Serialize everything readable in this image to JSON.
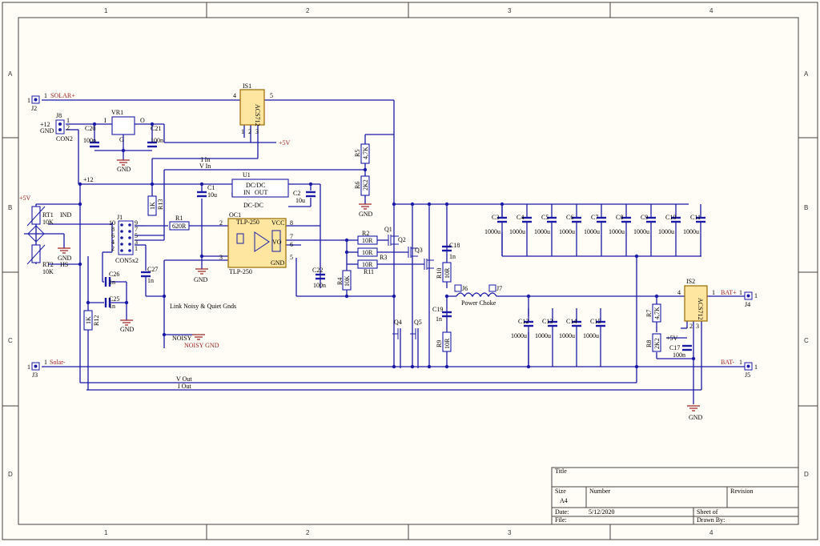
{
  "frame": {
    "columns": [
      "1",
      "2",
      "3",
      "4"
    ],
    "rows": [
      "A",
      "B",
      "C",
      "D"
    ]
  },
  "title_block": {
    "title_label": "Title",
    "size_label": "Size",
    "size_value": "A4",
    "number_label": "Number",
    "revision_label": "Revision",
    "date_label": "Date:",
    "date_value": "5/12/2020",
    "file_label": "File:",
    "sheet_label": "Sheet of",
    "drawn_label": "Drawn By:"
  },
  "connectors": {
    "j2": "J2",
    "j2_pin": "1",
    "j2_net": "SOLAR+",
    "j8": "J8",
    "j8_plus": "+12",
    "j8_gnd": "GND",
    "j8_pin1": "1",
    "j8_pin2": "2",
    "j8_type": "CON2",
    "j3": "J3",
    "j3_pin": "1",
    "j3_net": "Solar-",
    "j4": "J4",
    "j4_pin": "1",
    "j4_net": "BAT+",
    "j5": "J5",
    "j5_pin": "1",
    "j5_net": "BAT-",
    "j1": "J1",
    "j1_type": "CON5x2",
    "j1_pins": [
      "10",
      "9",
      "8",
      "7",
      "6",
      "5",
      "4",
      "3",
      "2",
      "1"
    ],
    "j6": "J6",
    "j7": "J7"
  },
  "components": {
    "is1": "IS1",
    "is1_part": "ACS712",
    "is1_pins": [
      "4",
      "5",
      "1",
      "2",
      "3"
    ],
    "is2": "IS2",
    "is2_part": "ACS712",
    "is2_pins": [
      "4",
      "1",
      "2",
      "3"
    ],
    "vr1": "VR1",
    "vr1_i": "I",
    "vr1_o": "O",
    "vr1_g": "G",
    "c20": "C20",
    "c20_v": "100n",
    "c21": "C21",
    "c21_v": "100n",
    "u1": "U1",
    "u1_type": "DC/DC",
    "u1_in": "IN",
    "u1_out": "OUT",
    "u1_name": "DC-DC",
    "c1": "C1",
    "c1_v": "10u",
    "c2": "C2",
    "c2_v": "10u",
    "oc1": "OC1",
    "oc1_part": "TLP-250",
    "oc1_vcc": "VCC",
    "oc1_vo": "VO",
    "oc1_gnd": "GND",
    "oc1_pins": [
      "2",
      "3",
      "8",
      "7",
      "6",
      "5"
    ],
    "oc1_name": "TLP-250",
    "r1": "R1",
    "r1_v": "620R",
    "r13": "R13",
    "r13_v": "1K",
    "r12": "R12",
    "r12_v": "1K",
    "rt1": "RT1",
    "rt1_v": "10K",
    "rt1_net": "IND",
    "rt2": "RT2",
    "rt2_v": "10K",
    "rt2_net": "HS",
    "c26": "C26",
    "c26_v": "1n",
    "c27": "C27",
    "c27_v": "1n",
    "c25": "C25",
    "c25_v": "1n",
    "c22": "C22",
    "c22_v": "100n",
    "r2": "R2",
    "r2_v": "10R",
    "r3": "R3",
    "r3_v": "10R",
    "r4": "R4",
    "r4_v": "10K",
    "r11": "R11",
    "r11_v": "10R",
    "r5": "R5",
    "r5_v": "4,7K",
    "r6": "R6",
    "r6_v": "2K2",
    "q1": "Q1",
    "q2": "Q2",
    "q3": "Q3",
    "q4": "Q4",
    "q5": "Q5",
    "c18": "C18",
    "c18_v": "1n",
    "r10": "R10",
    "r10_v": "10R",
    "c19": "C19",
    "c19_v": "1n",
    "r9": "R9",
    "r9_v": "10R",
    "choke": "Power Choke",
    "bulk_top": [
      {
        "ref": "C3",
        "val": "1000u"
      },
      {
        "ref": "C4",
        "val": "1000u"
      },
      {
        "ref": "C5",
        "val": "1000u"
      },
      {
        "ref": "C6",
        "val": "1000u"
      },
      {
        "ref": "C7",
        "val": "1000u"
      },
      {
        "ref": "C8",
        "val": "1000u"
      },
      {
        "ref": "C9",
        "val": "1000u"
      },
      {
        "ref": "C10",
        "val": "1000u"
      },
      {
        "ref": "C11",
        "val": "1000u"
      }
    ],
    "bulk_bottom": [
      {
        "ref": "C12",
        "val": "1000u"
      },
      {
        "ref": "C13",
        "val": "1000u"
      },
      {
        "ref": "C14",
        "val": "1000u"
      },
      {
        "ref": "C15",
        "val": "1000u"
      }
    ],
    "r7": "R7",
    "r7_v": "4,7K",
    "r8": "R8",
    "r8_v": "2K2",
    "c17": "C17",
    "c17_v": "100n"
  },
  "nets": {
    "plus5v": "+5V",
    "plus5v_left": "+5V",
    "plus12": "+12",
    "i_in": "I In",
    "v_in": "V In",
    "v_out": "V Out",
    "i_out": "I Out",
    "gnd": "GND",
    "link_note": "Link Noisy & Quiet Gnds",
    "noisy": "NOISY",
    "noisy_gnd": "NOISY GND"
  }
}
